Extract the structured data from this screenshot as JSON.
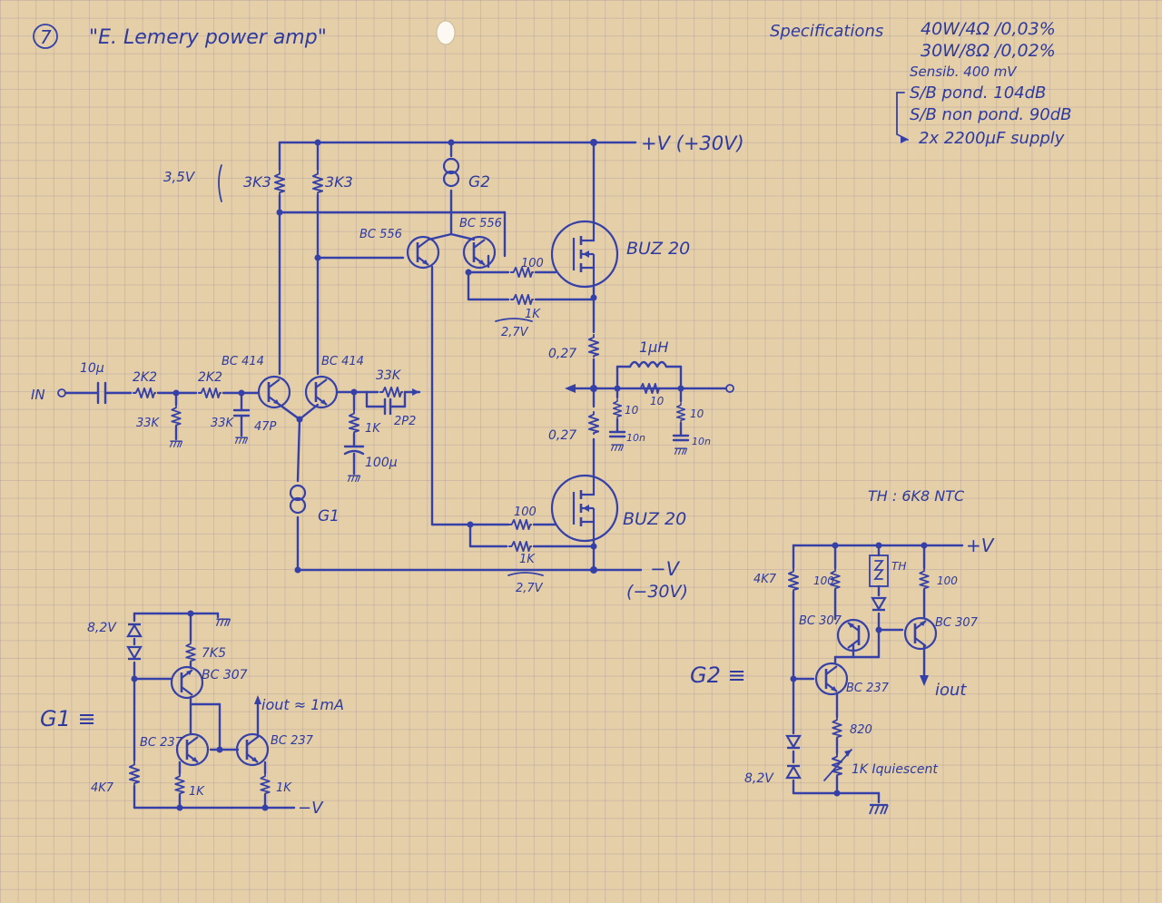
{
  "header": {
    "sheet_number": "7",
    "title": "\"E. Lemery power amp\"",
    "spec_heading": "Specifications",
    "specs": [
      "40W/4Ω /0,03%",
      "30W/8Ω /0,02%",
      "Sensib. 400 mV",
      "S/B pond. 104dB",
      "S/B non pond. 90dB",
      "2x 2200µF supply"
    ]
  },
  "main_amp": {
    "supply_pos": "+V (+30V)",
    "supply_neg": "−V",
    "supply_neg_value": "(−30V)",
    "bracket_voltage": "3,5V",
    "input_label": "IN",
    "components": {
      "c_in": "10µ",
      "r_in1": "2K2",
      "r_in2": "2K2",
      "r_gnd": "33K",
      "r_33k_2": "33K",
      "c_47p": "47P",
      "q1": "BC 414",
      "q2": "BC 414",
      "r_fb": "33K",
      "c_fb": "2P2",
      "r_1k": "1K",
      "c_100u": "100µ",
      "r_load1": "3K3",
      "r_load2": "3K3",
      "g2": "G2",
      "g1": "G1",
      "q3": "BC 556",
      "q4": "BC 556",
      "r_100_top": "100",
      "r_1k_top": "1K",
      "v_top": "2,7V",
      "mos_top": "BUZ 20",
      "mos_bot": "BUZ 20",
      "r_027_top": "0,27",
      "r_027_bot": "0,27",
      "l_out": "1µH",
      "r_10_a": "10",
      "r_10_b": "10",
      "r_10_c": "10",
      "c_10n_a": "10n",
      "c_10n_b": "10n",
      "r_100_bot": "100",
      "r_1k_bot": "1K",
      "v_bot": "2,7V"
    }
  },
  "g1_circuit": {
    "label": "G1 ≡",
    "zener": "8,2V",
    "r_7k5": "7K5",
    "q_top": "BC 307",
    "q_left": "BC 237",
    "q_right": "BC 237",
    "r_4k7": "4K7",
    "r_1k_a": "1K",
    "r_1k_b": "1K",
    "iout": "iout ≈ 1mA",
    "neg_rail": "−V"
  },
  "g2_circuit": {
    "label": "G2 ≡",
    "th_note": "TH : 6K8 NTC",
    "pos_rail": "+V",
    "r_4k7": "4K7",
    "r_100_a": "100",
    "r_100_b": "100",
    "th": "TH",
    "q_left": "BC 307",
    "q_right": "BC 307",
    "q_mid": "BC 237",
    "r_820": "820",
    "pot": "1K Iquiescent",
    "zener": "8,2V",
    "iout": "iout"
  }
}
